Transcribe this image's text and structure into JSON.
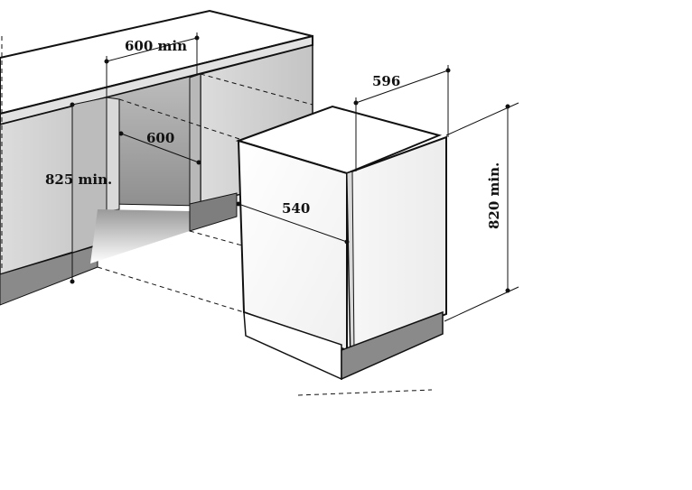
{
  "dimensions": {
    "counter_width": "600 min",
    "cavity_depth": "600",
    "counter_height": "825 min.",
    "appliance_width": "596",
    "appliance_depth": "540",
    "appliance_height": "820 min."
  },
  "colors": {
    "line": "#111111",
    "panel_light": "#e6e6e6",
    "panel_mid": "#c9c9c9",
    "panel_dark": "#9a9a9a",
    "plinth": "#7a7a7a",
    "white": "#ffffff"
  }
}
